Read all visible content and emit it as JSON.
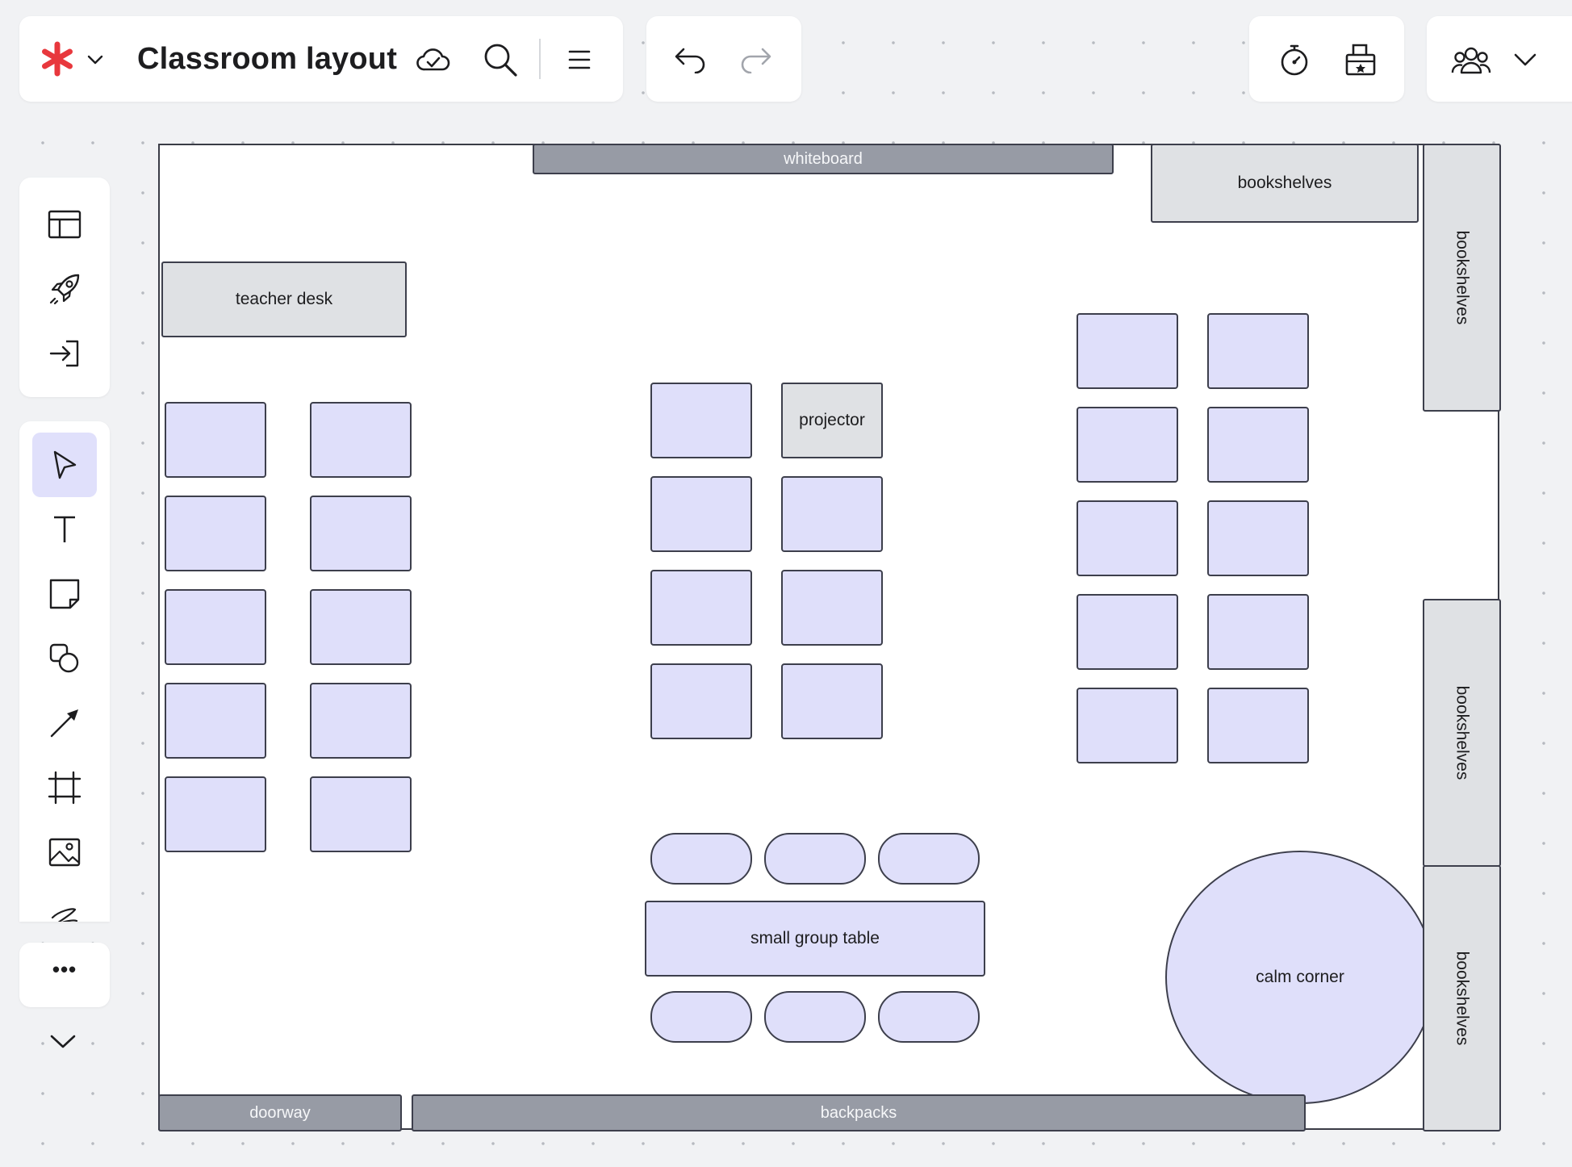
{
  "header": {
    "title": "Classroom layout",
    "logo_icon": "asterisk-logo-icon",
    "accent_color": "#e8383d"
  },
  "toolbar": {
    "left_icons": [
      "cloud-check-icon",
      "search-icon",
      "menu-icon"
    ],
    "history_icons": [
      "undo-icon",
      "redo-icon"
    ],
    "right_icons": [
      "timer-icon",
      "vote-box-icon",
      "collaborators-icon",
      "chevron-down-icon"
    ]
  },
  "sidebar": {
    "top_tools": [
      "templates-icon",
      "rocket-icon",
      "import-icon"
    ],
    "tools": [
      "select-tool",
      "text-tool",
      "sticky-note-tool",
      "shapes-tool",
      "connector-line-tool",
      "frame-tool",
      "image-tool",
      "draw-tool"
    ],
    "active_tool": "select-tool",
    "more_label": "•••"
  },
  "canvas": {
    "whiteboard": "whiteboard",
    "bookshelves_top": "bookshelves",
    "bookshelves_right_top": "bookshelves",
    "bookshelves_right_middle": "bookshelves",
    "bookshelves_right_bottom": "bookshelves",
    "teacher_desk": "teacher desk",
    "projector": "projector",
    "small_group_table": "small group table",
    "calm_corner": "calm corner",
    "doorway": "doorway",
    "backpacks": "backpacks",
    "desk_color": "#dfdffa",
    "furniture_color": "#dfe1e4",
    "wall_item_color": "#979ba5"
  }
}
